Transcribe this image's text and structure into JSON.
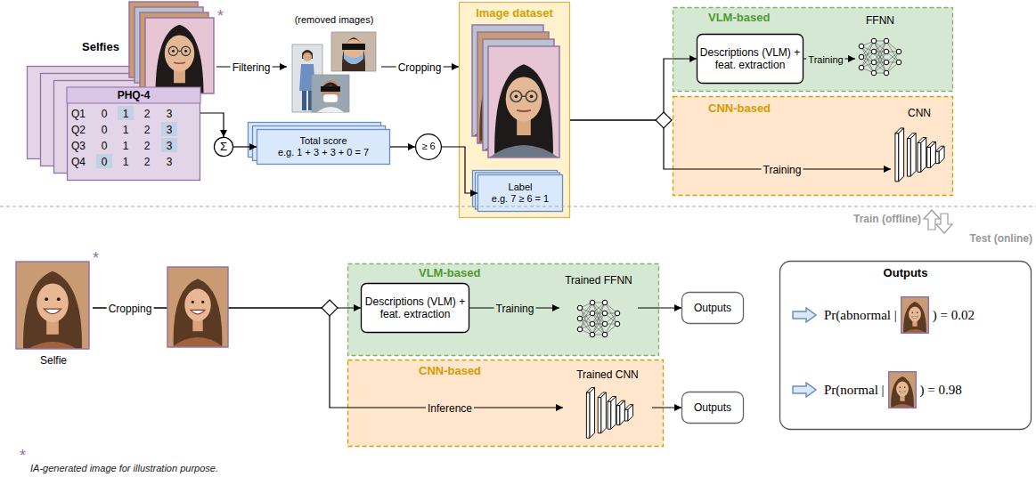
{
  "diagram": {
    "nodes": [
      {
        "text": [
          "Selfies"
        ]
      },
      {
        "text": [
          "PHQ-4"
        ]
      },
      {
        "text": [
          "(removed images)"
        ]
      },
      {
        "text": [
          "Image dataset"
        ]
      },
      {
        "text": [
          "Label",
          "e.g. 7 ≥ 6 = 1"
        ],
        "in": 3
      },
      {
        "text": [
          "Σ"
        ]
      },
      {
        "text": [
          "Total score",
          "e.g. 1 + 3 + 3 + 0 = 7"
        ]
      },
      {
        "text": [
          "≥ 6"
        ]
      },
      {
        "text": [
          "VLM-based"
        ]
      },
      {
        "text": [
          "Descriptions (VLM) + feat. extraction"
        ],
        "in": 8
      },
      {
        "text": [
          "FFNN"
        ],
        "in": 8
      },
      {
        "text": [
          "CNN-based"
        ]
      },
      {
        "text": [
          "CNN"
        ],
        "in": 11
      },
      {
        "text": [
          "Selfie"
        ]
      },
      {
        "text": [
          "VLM-based"
        ]
      },
      {
        "text": [
          "Descriptions (VLM) + feat. extraction"
        ],
        "in": 14
      },
      {
        "text": [
          "Trained FFNN"
        ],
        "in": 14
      },
      {
        "text": [
          "Outputs"
        ]
      },
      {
        "text": [
          "CNN-based"
        ]
      },
      {
        "text": [
          "Trained CNN"
        ],
        "in": 18
      },
      {
        "text": [
          "Outputs"
        ]
      },
      {
        "text": [
          "Outputs",
          "Pr(abnormal |",
          ") = 0.02",
          "Pr(normal |",
          ") = 0.98"
        ]
      }
    ],
    "edges": [
      {
        "from": 0,
        "to": 2,
        "label": "Filtering",
        "arrow": "to"
      },
      {
        "from": 2,
        "to": 3,
        "label": "Cropping",
        "arrow": "to"
      },
      {
        "from": 1,
        "to": 5,
        "arrow": "to"
      },
      {
        "from": 5,
        "to": 6,
        "arrow": "to"
      },
      {
        "from": 6,
        "to": 7,
        "arrow": "to"
      },
      {
        "from": 7,
        "to": 4,
        "arrow": "to"
      },
      {
        "from": 3,
        "to": 9,
        "arrow": "to"
      },
      {
        "from": 3,
        "to": 12,
        "label": "Training",
        "arrow": "to"
      },
      {
        "from": 9,
        "to": 10,
        "label": "Training",
        "arrow": "to"
      },
      {
        "from": 13,
        "to": 15,
        "arrow": "to"
      },
      {
        "from": 13,
        "to": 19,
        "label": "Inference",
        "arrow": "to"
      },
      {
        "from": 15,
        "to": 16,
        "label": "Training",
        "arrow": "to"
      },
      {
        "from": 16,
        "to": 17,
        "arrow": "to"
      },
      {
        "from": 19,
        "to": 20,
        "arrow": "to"
      }
    ],
    "labels": [
      "Q1",
      "0",
      "1",
      "2",
      "3",
      "Q2",
      "0",
      "1",
      "2",
      "3",
      "Q3",
      "0",
      "1",
      "2",
      "3",
      "Q4",
      "0",
      "1",
      "2",
      "3",
      "Cropping",
      "Train (offline)",
      "Test (online)",
      "*",
      "*",
      "*",
      "IA-generated image for illustration purpose."
    ]
  }
}
